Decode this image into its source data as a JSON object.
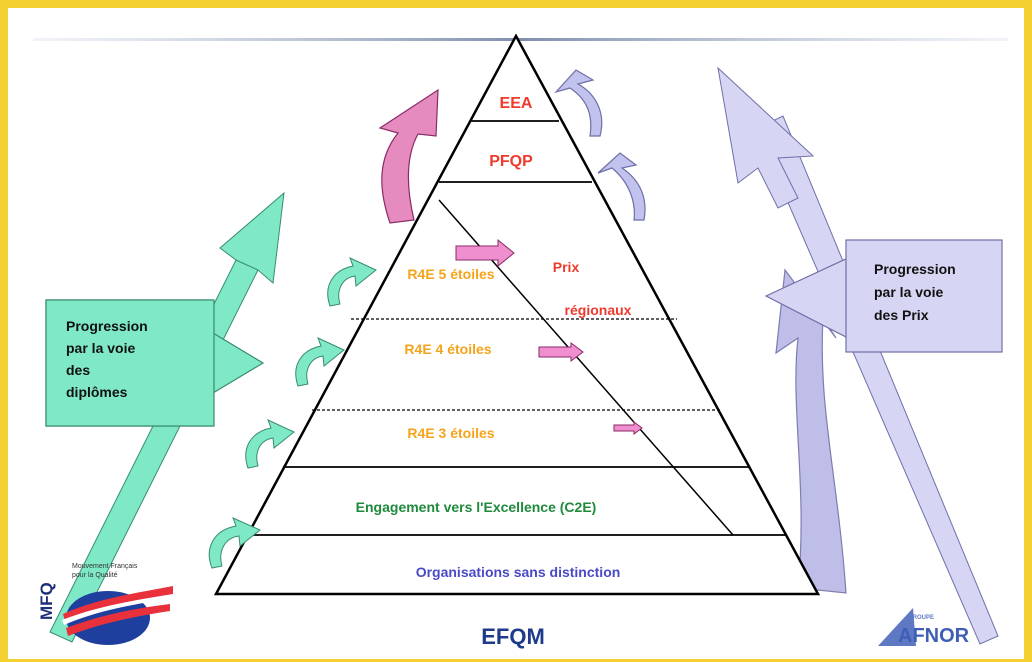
{
  "pyramid": {
    "top_label": "EEA",
    "second_label": "PFQP",
    "r4e5": "R4E 5 étoiles",
    "r4e4": "R4E 4 étoiles",
    "r4e3": "R4E 3 étoiles",
    "c2e": "Engagement vers l'Excellence (C2E)",
    "base": "Organisations sans distinction",
    "prix_line1": "Prix",
    "prix_line2": "régionaux"
  },
  "left_box": {
    "lines": [
      "Progression",
      "par la voie",
      "des",
      "diplômes"
    ]
  },
  "right_box": {
    "lines": [
      "Progression",
      "par la voie",
      "des Prix"
    ]
  },
  "logos": {
    "mfq_letters": "MFQ",
    "mfq_text_line1": "Mouvement Français",
    "mfq_text_line2": "pour la Qualité",
    "efqm": "EFQM",
    "afnor_small": "GROUPE",
    "afnor": "AFNOR"
  },
  "colors": {
    "border": "#f4d131",
    "green": "#7fe8c6",
    "green_dark": "#3a8c6e",
    "lavender": "#c9c9f0",
    "lavender_dark": "#6f6fa8",
    "pink": "#e58bc0",
    "red_text": "#ef3b2d",
    "orange_text": "#f5a31a",
    "green_text": "#1f8a3c",
    "blue_text": "#4a4ac8",
    "efqm_blue": "#1e3a8a"
  }
}
